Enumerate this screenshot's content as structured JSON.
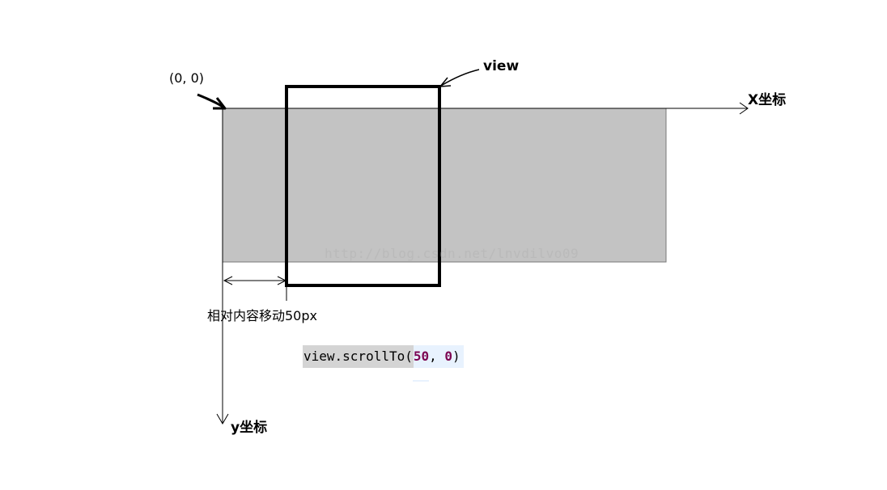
{
  "labels": {
    "origin": "(0, 0)",
    "view": "view",
    "x_axis": "X坐标",
    "y_axis": "y坐标",
    "move_note": "相对内容移动50px",
    "watermark": "http://blog.csdn.net/lnvdilvo09"
  },
  "code": {
    "call": "view.scrollTo(",
    "arg1": "50",
    "separator": ", ",
    "arg2": "0",
    "close": ")"
  },
  "colors": {
    "content_fill": "#c3c3c3",
    "view_border": "#000000",
    "code_bg": "#d4d4d4",
    "code_args_bg": "#e8f2fe",
    "number_color": "#7d0552"
  }
}
